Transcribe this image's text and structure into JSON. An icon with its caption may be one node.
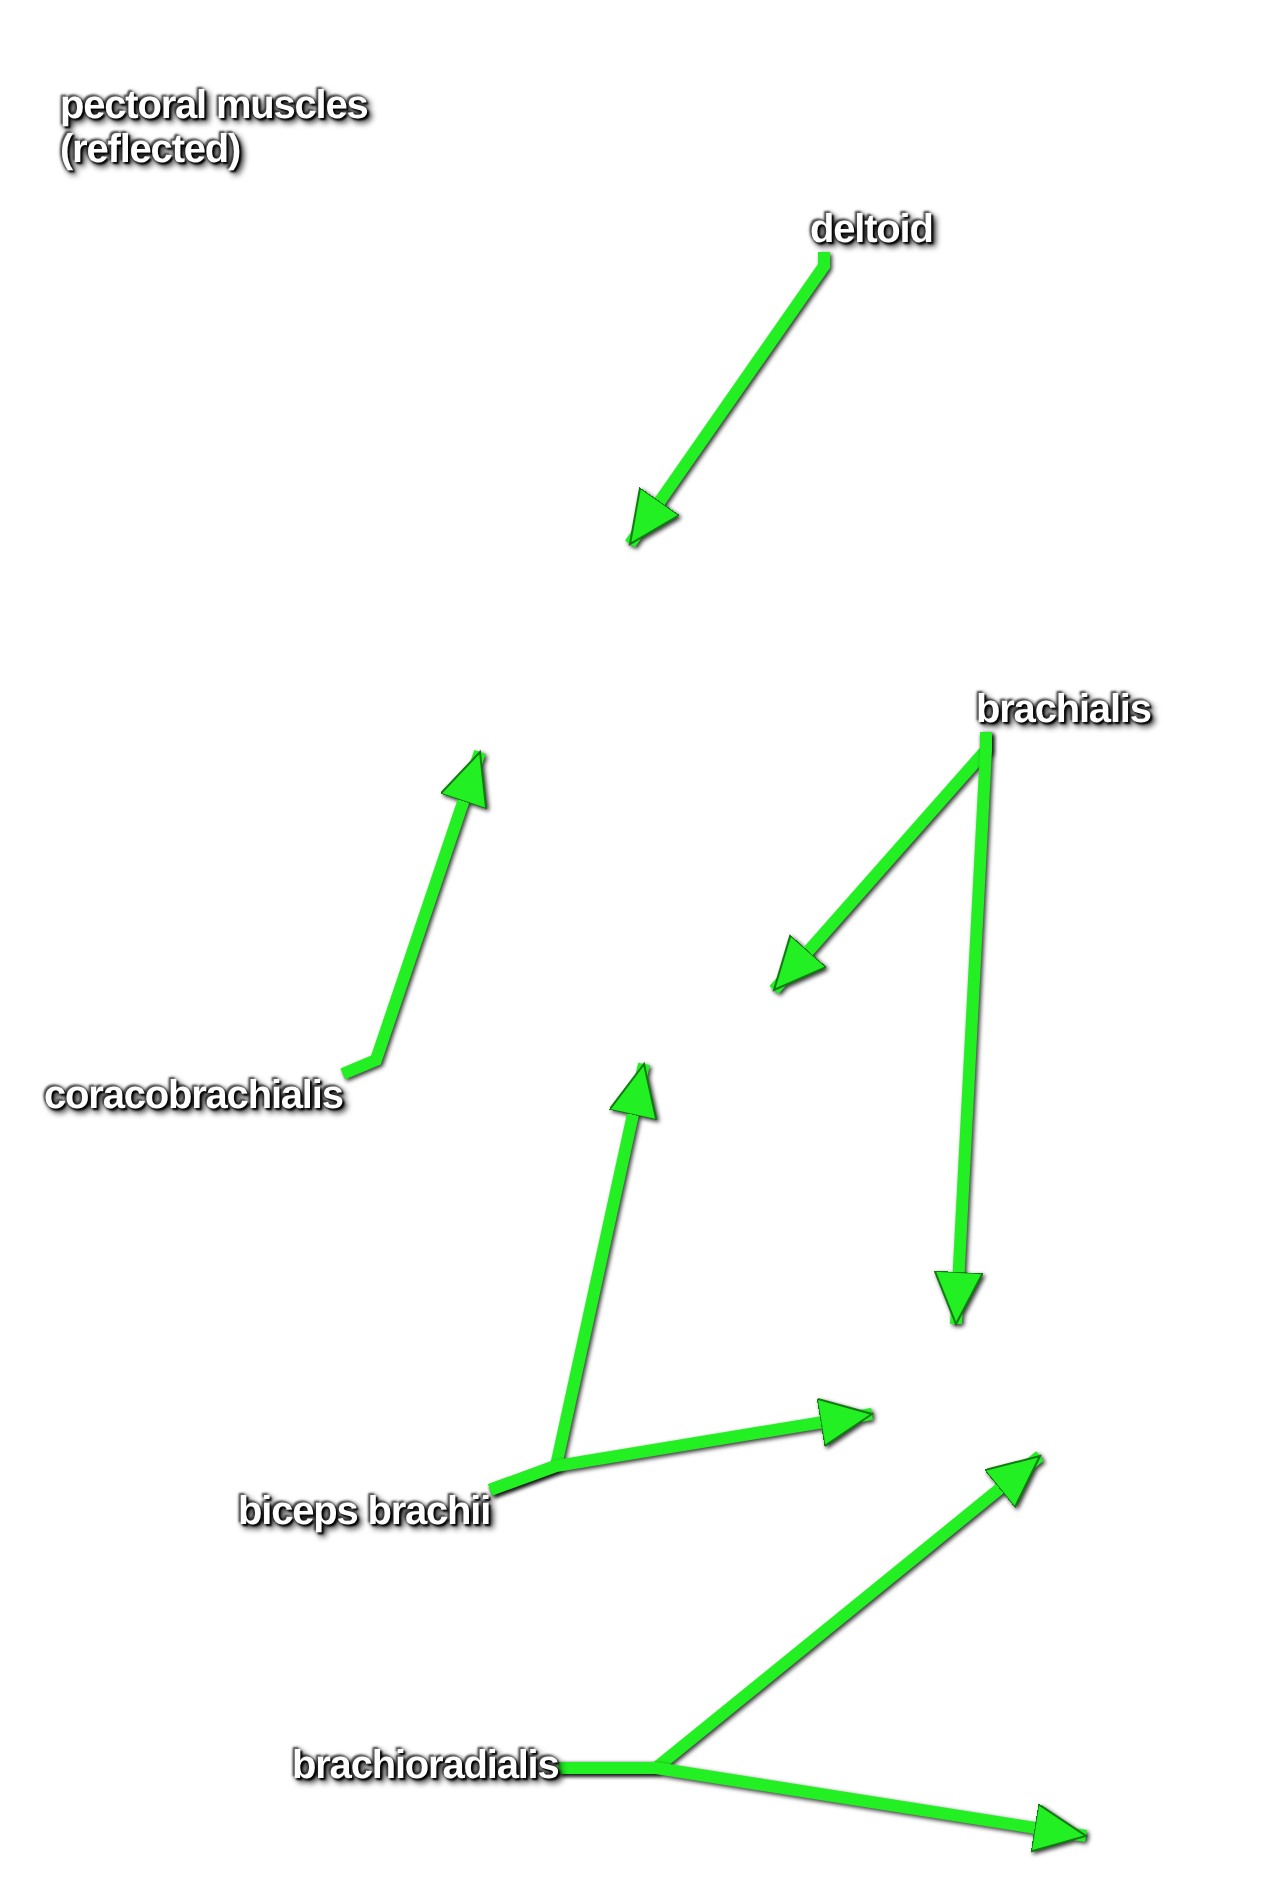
{
  "diagram": {
    "nodes": [
      {
        "text": [
          "deltoid"
        ]
      },
      {
        "text": [
          "brachialis"
        ]
      },
      {
        "text": [
          "coracobrachialis"
        ]
      },
      {
        "text": [
          "biceps brachii"
        ]
      },
      {
        "text": [
          "brachioradialis"
        ]
      }
    ],
    "edges": [
      {
        "from": 0,
        "to": null,
        "arrow": "to"
      },
      {
        "from": 1,
        "to": null,
        "arrow": "to"
      },
      {
        "from": 1,
        "to": null,
        "arrow": "to"
      },
      {
        "from": 2,
        "to": null,
        "arrow": "to"
      },
      {
        "from": 3,
        "to": null,
        "arrow": "to"
      },
      {
        "from": 3,
        "to": null,
        "arrow": "to"
      },
      {
        "from": 4,
        "to": null,
        "arrow": "to"
      },
      {
        "from": 4,
        "to": null,
        "arrow": "to"
      }
    ],
    "labels": [
      "pectoral muscles (reflected)"
    ]
  }
}
